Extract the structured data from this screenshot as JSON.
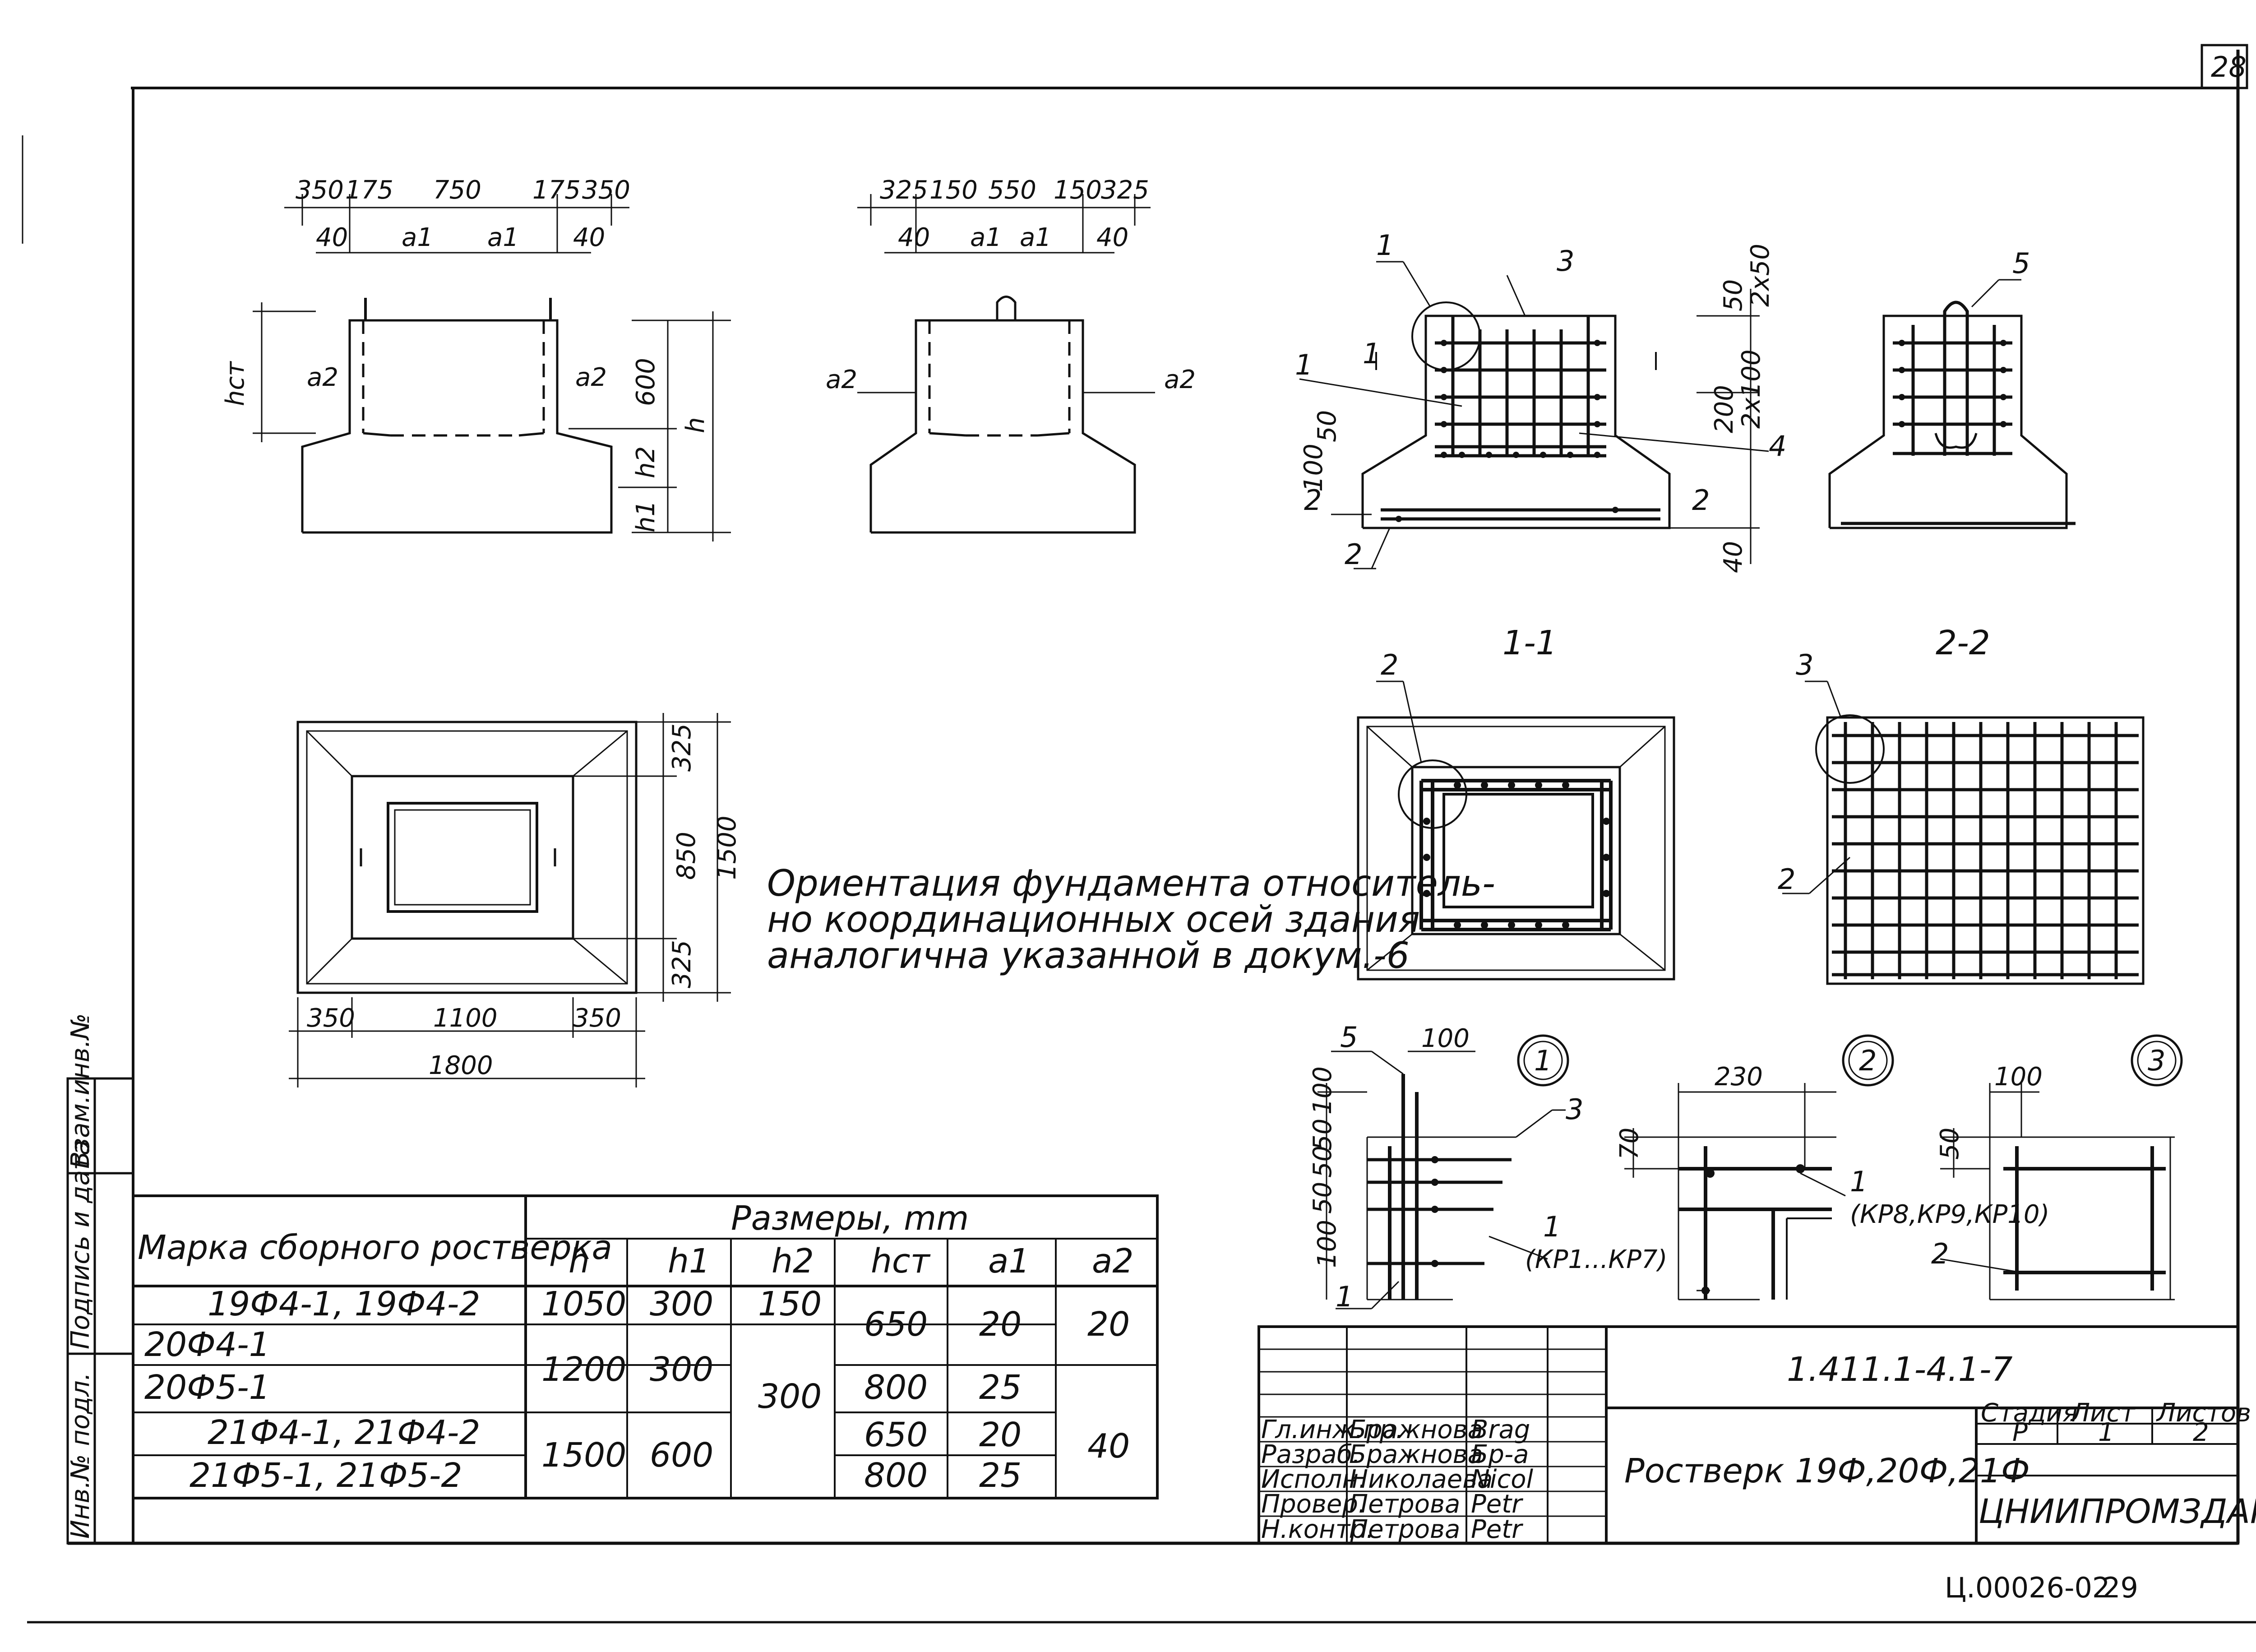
{
  "sheet": {
    "corner_number": "28",
    "footer_code": "Ц.00026-02",
    "footer_page": "29"
  },
  "views": {
    "front": {
      "top_dims": [
        "350",
        "175",
        "750",
        "175",
        "350"
      ],
      "sub_dims": [
        "40",
        "a1",
        "a1",
        "40"
      ],
      "side_labels": [
        "hст",
        "a2",
        "a2",
        "600",
        "h2",
        "h1",
        "h"
      ]
    },
    "side": {
      "top_dims": [
        "325",
        "150",
        "550",
        "150",
        "325"
      ],
      "sub_dims": [
        "40",
        "a1",
        "a1",
        "40"
      ],
      "side_labels": [
        "a2",
        "a2"
      ]
    },
    "rebar_section": {
      "marks": [
        "1",
        "3",
        "1",
        "2",
        "2",
        "4",
        "1",
        "2"
      ],
      "dims": [
        "50",
        "2x50",
        "200",
        "2x100",
        "50",
        "100",
        "40"
      ]
    },
    "rebar_side": {
      "marks": [
        "5"
      ]
    },
    "plan": {
      "dims_right": [
        "325",
        "850",
        "325",
        "1500"
      ],
      "dims_bottom": [
        "350",
        "1100",
        "350",
        "1800"
      ]
    },
    "section_1_1": {
      "title": "1-1",
      "mark": "2"
    },
    "section_2_2": {
      "title": "2-2",
      "marks": [
        "3",
        "2"
      ]
    },
    "note": [
      "Ориентация фундамента относитель-",
      "но координационных осей здания",
      "аналогична указанной в докум.-6"
    ]
  },
  "details": {
    "d1": {
      "label": "1",
      "dims": [
        "100",
        "100",
        "50",
        "50",
        "50",
        "100"
      ],
      "marks": [
        "5",
        "3",
        "1",
        "1"
      ],
      "note": "(КР1...КР7)"
    },
    "d2": {
      "label": "2",
      "dims": [
        "230",
        "70"
      ],
      "marks": [
        "1"
      ],
      "note": "(КР8,КР9,КР10)"
    },
    "d3": {
      "label": "3",
      "dims": [
        "100",
        "50"
      ],
      "marks": [
        "2"
      ]
    }
  },
  "table": {
    "header_mark": "Марка сборного ростверка",
    "header_sizes": "Размеры, mm",
    "columns": [
      "h",
      "h1",
      "h2",
      "hст",
      "a1",
      "a2"
    ],
    "rows": [
      {
        "mark": "19Ф4-1,  19Ф4-2",
        "h": "1050",
        "h1": "300",
        "h2": "150",
        "hst": "650",
        "a1": "20",
        "a2": "20"
      },
      {
        "mark": "20Ф4-1",
        "h": "1200",
        "h1": "300",
        "h2": "300",
        "hst": "800",
        "a1": "25",
        "a2": ""
      },
      {
        "mark": "20Ф5-1",
        "h": "",
        "h1": "",
        "h2": "",
        "hst": "",
        "a1": "",
        "a2": ""
      },
      {
        "mark": "21Ф4-1,   21Ф4-2",
        "h": "1500",
        "h1": "600",
        "h2": "",
        "hst": "650",
        "a1": "20",
        "a2": "40"
      },
      {
        "mark": "21Ф5-1,   21Ф5-2",
        "h": "",
        "h1": "",
        "h2": "",
        "hst": "800",
        "a1": "25",
        "a2": ""
      }
    ]
  },
  "left_strip": [
    "Инв.№ подл.",
    "Подпись и дата",
    "Взам.инв.№"
  ],
  "title_block": {
    "doc_code": "1.411.1-4.1-7",
    "title": "Ростверк 19Ф,20Ф,21Ф",
    "org": "ЦНИИПРОМЗДАНИЙ",
    "stage_hdr": "Стадия",
    "sheet_hdr": "Лист",
    "sheets_hdr": "Листов",
    "stage": "Р",
    "sheet": "1",
    "sheets": "2",
    "staff": [
      {
        "role": "Гл.инж.пр.",
        "name": "Бражнова",
        "sign": "Brag"
      },
      {
        "role": "Разраб.",
        "name": "Бражнова",
        "sign": "Бр-а"
      },
      {
        "role": "Исполн.",
        "name": "Николаева",
        "sign": "Nicol"
      },
      {
        "role": "Провер.",
        "name": "Петрова",
        "sign": "Petr"
      },
      {
        "role": "Н.контр.",
        "name": "Петрова",
        "sign": "Petr"
      }
    ]
  }
}
